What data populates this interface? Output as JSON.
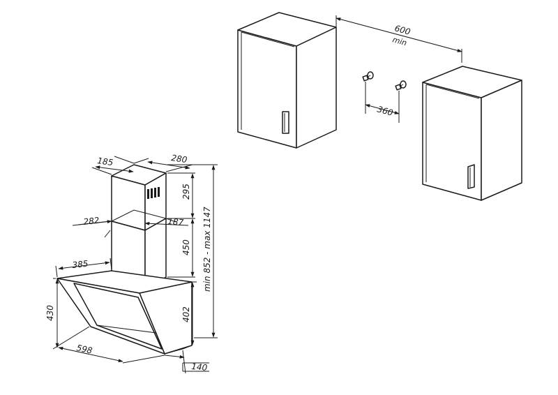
{
  "dimensions": {
    "chimney_top_depth": "185",
    "chimney_top_width": "280",
    "upper_chimney_height": "295",
    "chimney_depth_mid": "282",
    "chimney_width_mid": "187",
    "lower_chimney_height": "450",
    "total_height_range": "min 852 - max 1147",
    "hood_depth": "385",
    "hood_height": "430",
    "body_height": "402",
    "hood_width": "598",
    "bottom_depth": "140",
    "cabinet_spacing": "600",
    "cabinet_spacing_note": "min",
    "bracket_spacing": "360"
  }
}
